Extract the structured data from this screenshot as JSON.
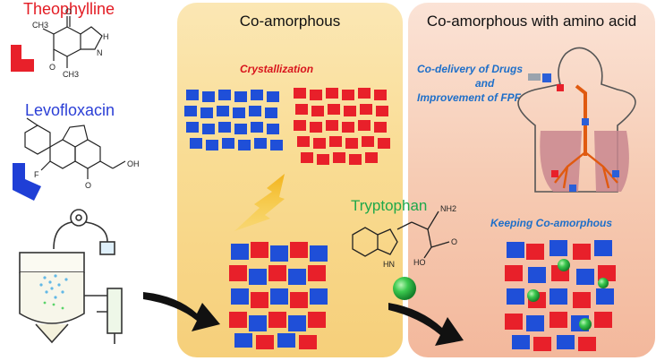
{
  "drugs": {
    "theophylline": {
      "name": "Theophylline",
      "color": "#e31b23"
    },
    "levofloxacin": {
      "name": "Levofloxacin",
      "color": "#2b3fd6"
    }
  },
  "panels": {
    "co_amorphous": {
      "title": "Co-amorphous",
      "process_label": "Crystallization"
    },
    "with_amino_acid": {
      "title": "Co-amorphous with amino acid",
      "benefit_line1": "Co-delivery of Drugs",
      "benefit_line2": "and",
      "benefit_line3": "Improvement of FPF",
      "result_label": "Keeping Co-amorphous"
    }
  },
  "amino_acid": {
    "name": "Tryptophan",
    "color": "#1fa84a"
  },
  "molecule_labels": {
    "theo_nh": "H",
    "theo_n": "N",
    "theo_o": "O",
    "theo_ch3": "CH3",
    "levo_f": "F",
    "levo_o": "O",
    "levo_oh": "OH",
    "trp_nh2": "NH2",
    "trp_oh": "HO",
    "trp_o": "O",
    "trp_nh": "HN"
  },
  "colors": {
    "red_block": "#e8202a",
    "blue_block": "#1f4fd8",
    "green_sphere": "#2ec24a",
    "accent_blue": "#1e6fc9",
    "accent_red": "#d8141c"
  }
}
